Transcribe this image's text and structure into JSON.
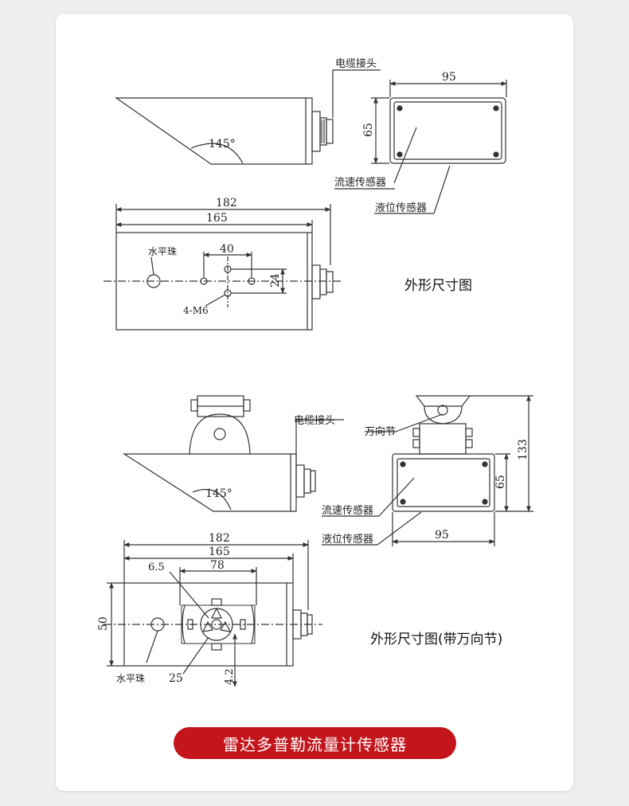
{
  "top_drawing": {
    "caption": "外形尺寸图",
    "cable_label": "电缆接头",
    "angle": "145°",
    "dim_width_end": "95",
    "dim_height_end": "65",
    "flow_sensor": "流速传感器",
    "level_sensor": "液位传感器",
    "dim_total_length": "182",
    "dim_body_length": "165",
    "level_bubble": "水平珠",
    "dim_hole_spacing": "40",
    "dim_hole_vertical": "24",
    "holes": "4-M6"
  },
  "bottom_drawing": {
    "caption": "外形尺寸图(带万向节)",
    "cable_label": "电缆接头",
    "angle": "145°",
    "universal_joint": "万向节",
    "dim_total_height": "133",
    "dim_height_end": "65",
    "dim_width_end": "95",
    "flow_sensor": "流速传感器",
    "level_sensor": "液位传感器",
    "dim_total_length": "182",
    "dim_body_length": "165",
    "dim_bracket": "78",
    "dim_small": "6.5",
    "dim_side": "50",
    "level_bubble": "水平珠",
    "dim_radius": "25",
    "dim_offset": "4.2"
  },
  "banner": "雷达多普勒流量计传感器",
  "colors": {
    "banner_bg": "#c4151c",
    "line": "#333333",
    "page_bg": "#efefef"
  }
}
